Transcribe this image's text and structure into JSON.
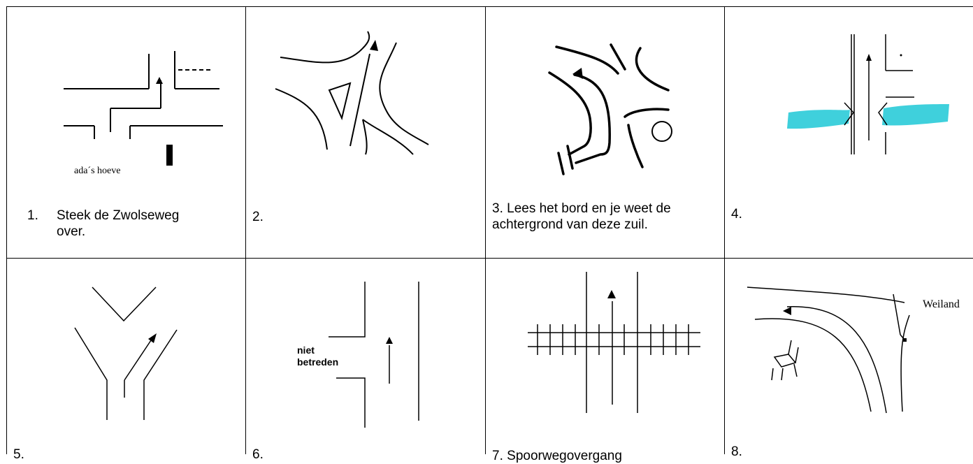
{
  "cells": [
    {
      "number": "1.",
      "caption": "Steek de Zwolseweg over.",
      "sketch_label": "ada´s hoeve"
    },
    {
      "number": "2.",
      "caption": ""
    },
    {
      "number": "3.",
      "caption": "Lees het bord en je weet de achtergrond van deze zuil."
    },
    {
      "number": "4.",
      "caption": "",
      "highlight_color": "#3fd0dc"
    },
    {
      "number": "5.",
      "caption": ""
    },
    {
      "number": "6.",
      "caption": "",
      "sketch_label_line1": "niet",
      "sketch_label_line2": "betreden"
    },
    {
      "number": "7.",
      "caption": "Spoorwegovergang"
    },
    {
      "number": "8.",
      "caption": "",
      "sketch_label": "Weiland"
    }
  ]
}
